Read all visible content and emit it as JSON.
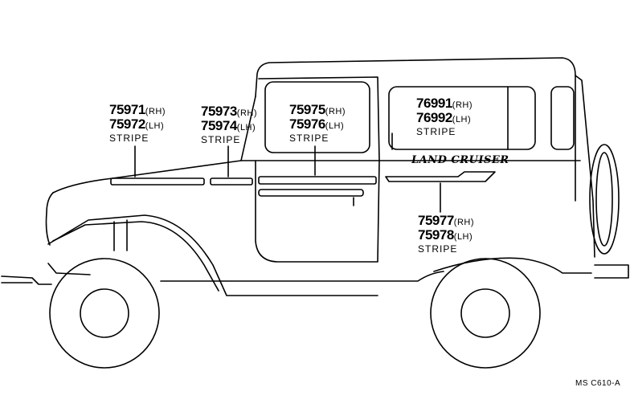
{
  "callouts": [
    {
      "part_rh": "75971",
      "side_rh": "(RH)",
      "part_lh": "75972",
      "side_lh": "(LH)",
      "caption": "STRIPE"
    },
    {
      "part_rh": "75973",
      "side_rh": "(RH)",
      "part_lh": "75974",
      "side_lh": "(LH)",
      "caption": "STRIPE"
    },
    {
      "part_rh": "75975",
      "side_rh": "(RH)",
      "part_lh": "75976",
      "side_lh": "(LH)",
      "caption": "STRIPE"
    },
    {
      "part_rh": "76991",
      "side_rh": "(RH)",
      "part_lh": "76992",
      "side_lh": "(LH)",
      "caption": "STRIPE"
    },
    {
      "part_rh": "75977",
      "side_rh": "(RH)",
      "part_lh": "75978",
      "side_lh": "(LH)",
      "caption": "STRIPE"
    }
  ],
  "emblem": "LAND CRUISER",
  "reference": "MS C610-A"
}
